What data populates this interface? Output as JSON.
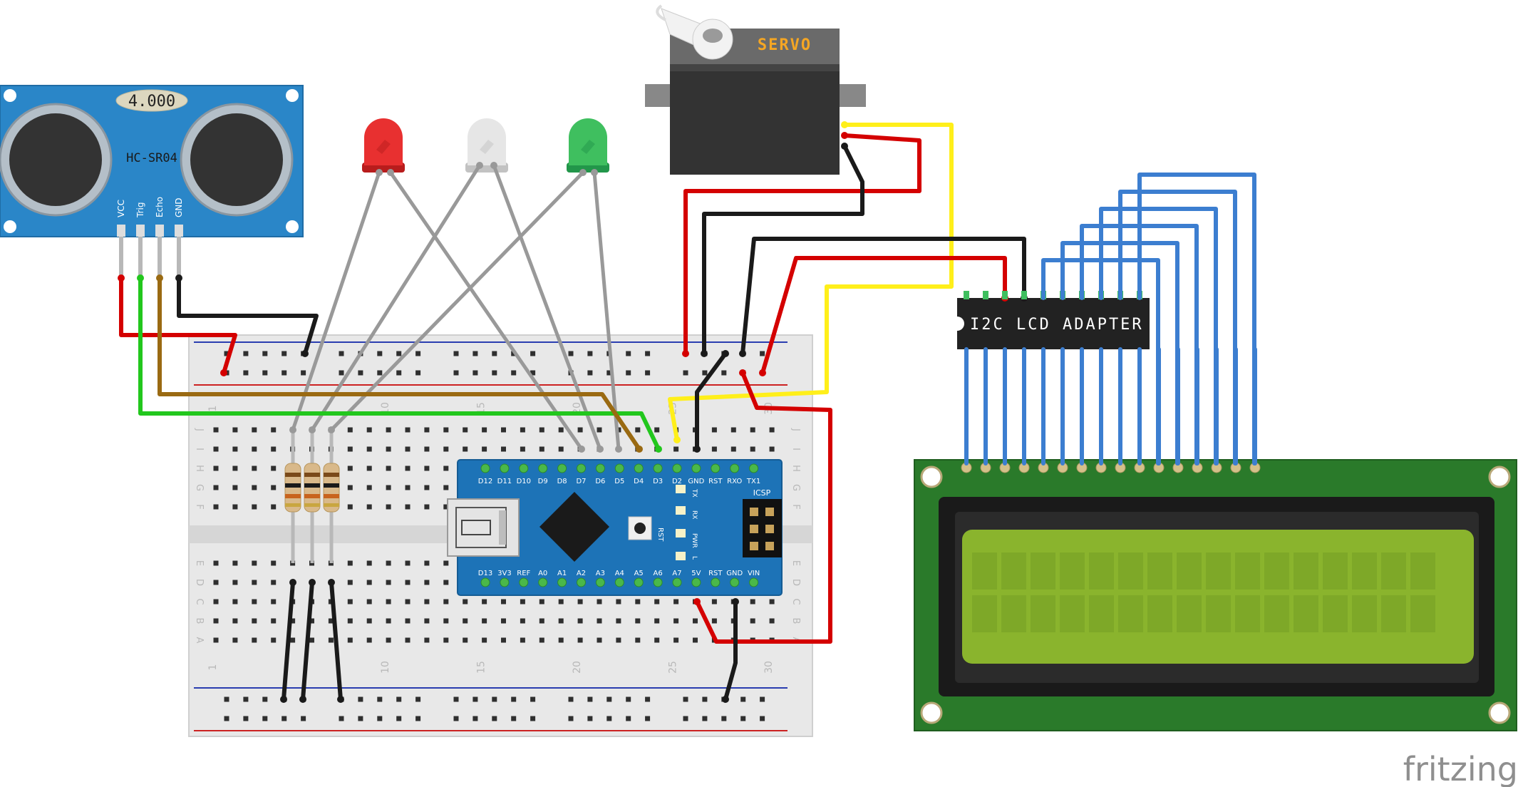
{
  "sensor": {
    "display": "4.000",
    "name": "HC-SR04",
    "pins": [
      "VCC",
      "Trig",
      "Echo",
      "GND"
    ]
  },
  "servo": {
    "label": "SERVO"
  },
  "lcd_adapter": {
    "label": "I2C LCD ADAPTER"
  },
  "arduino": {
    "top_pins": [
      "D12",
      "D11",
      "D10",
      "D9",
      "D8",
      "D7",
      "D6",
      "D5",
      "D4",
      "D3",
      "D2",
      "GND",
      "RST",
      "RXO",
      "TX1"
    ],
    "bottom_pins": [
      "D13",
      "3V3",
      "REF",
      "A0",
      "A1",
      "A2",
      "A3",
      "A4",
      "A5",
      "A6",
      "A7",
      "5V",
      "RST",
      "GND",
      "VIN"
    ],
    "leds": [
      "TX",
      "RX",
      "PWR",
      "L"
    ],
    "icsp": "ICSP",
    "rst": "RST"
  },
  "breadboard": {
    "rows_top": [
      "J",
      "I",
      "H",
      "G",
      "F"
    ],
    "rows_bottom": [
      "E",
      "D",
      "C",
      "B",
      "A"
    ],
    "columns": [
      "1",
      "10",
      "15",
      "20",
      "25",
      "30"
    ]
  },
  "watermark": "fritzing",
  "colors": {
    "wire_red": "#d40000",
    "wire_black": "#1a1a1a",
    "wire_green": "#22c71d",
    "wire_brown": "#9a6a12",
    "wire_yellow": "#ffef1a",
    "wire_gray": "#999999",
    "wire_blue": "#3c7ed0",
    "sensor_blue": "#2a86c8",
    "board_blue": "#1d73b7",
    "lcd_green": "#2a7a2a",
    "lcd_screen": "#8ab42d"
  }
}
